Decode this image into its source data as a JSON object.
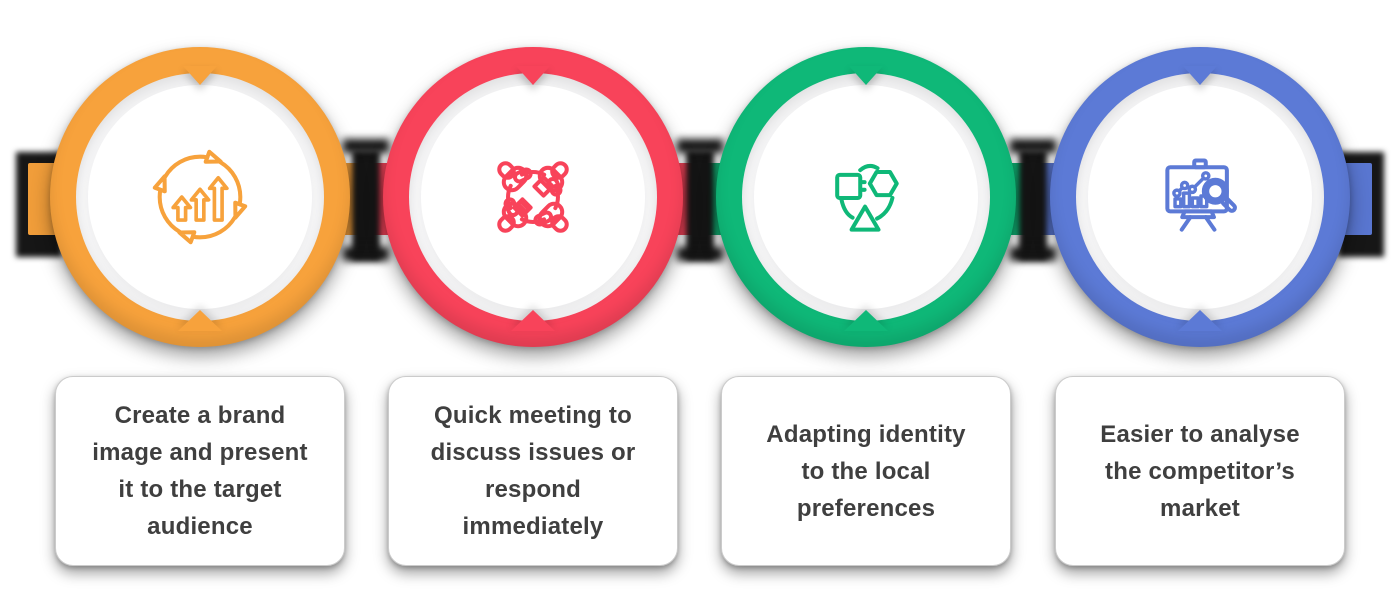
{
  "page": {
    "background": "#ffffff",
    "text_color": "#3f3f3f",
    "ribbon_shadow_color": "#161616"
  },
  "steps": [
    {
      "color": "#F7A23C",
      "icon": "growth-arrows-cycle-icon",
      "label": "Create a brand\nimage and present\nit to the target\naudience"
    },
    {
      "color": "#F8435A",
      "icon": "meeting-hands-icon",
      "label": "Quick meeting to\ndiscuss issues or\nrespond\nimmediately"
    },
    {
      "color": "#0FB878",
      "icon": "shapes-adaptation-icon",
      "label": "Adapting identity\nto the local\npreferences"
    },
    {
      "color": "#5C7AD6",
      "icon": "market-analysis-board-icon",
      "label": "Easier to analyse\nthe competitor’s\nmarket"
    }
  ]
}
